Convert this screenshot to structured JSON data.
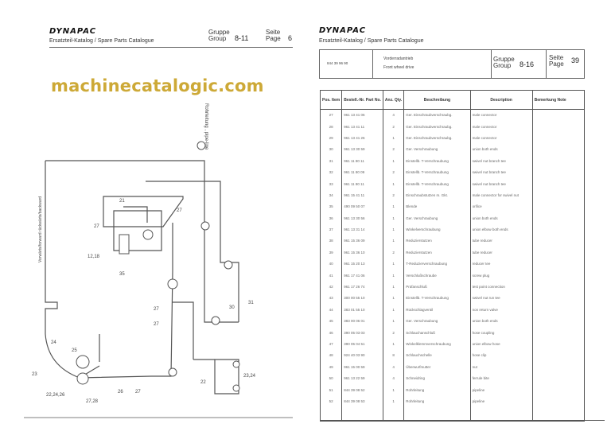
{
  "left_page": {
    "brand": "DYNAPAC",
    "catalog_title": "Ersatzteil-Katalog / Spare Parts Catalogue",
    "group_label_de": "Gruppe",
    "group_label_en": "Group",
    "group": "8-11",
    "page_label_de": "Seite",
    "page_label_en": "Page",
    "page": "6",
    "legend_note": "Rohrleitung , pipe-line",
    "side_note": "Vorwärts/forward  rückwärts/backward",
    "callouts": [
      "27",
      "12,18",
      "35",
      "27",
      "27",
      "21",
      "27",
      "30",
      "31",
      "22",
      "23",
      "24",
      "25",
      "26",
      "27",
      "22,24,26",
      "27,28",
      "23,24"
    ]
  },
  "right_page": {
    "brand": "DYNAPAC",
    "catalog_title": "Ersatzteil-Katalog / Spare Parts Catalogue",
    "part_number": "844 39 96 90",
    "title_de": "Vorderradantrieb",
    "title_en": "Front wheel drive",
    "group_label_de": "Gruppe",
    "group_label_en": "Group",
    "group": "8-16",
    "page_label_de": "Seite",
    "page_label_en": "Page",
    "page": "39",
    "columns": [
      "Pos. Item",
      "Bestell.-Nr. Part No.",
      "Anz. Qty.",
      "Beschreibung",
      "Description",
      "Bemerkung Note"
    ],
    "rows": [
      [
        "27",
        "961 13 41 06",
        "4",
        "Ger. Einschraubverschraubg.",
        "male connector",
        ""
      ],
      [
        "28",
        "961 13 41 11",
        "2",
        "Ger. Einschraubverschraubg.",
        "male connector",
        ""
      ],
      [
        "29",
        "961 13 41 26",
        "1",
        "Ger. Einschraubverschraubg.",
        "male connector",
        ""
      ],
      [
        "30",
        "961 13 30 59",
        "2",
        "Ger. Verschraubung",
        "union both ends",
        ""
      ],
      [
        "31",
        "961 11 80 11",
        "1",
        "Einstellb. T-Verschraubung",
        "swivel nut branch tee",
        ""
      ],
      [
        "32",
        "961 11 80 09",
        "2",
        "Einstellb. T-Verschraubung",
        "swivel nut branch tee",
        ""
      ],
      [
        "33",
        "961 11 80 11",
        "1",
        "Einstellb. T-Verschraubung",
        "swivel nut branch tee",
        ""
      ],
      [
        "34",
        "961 15 41 11",
        "2",
        "Einschraubstutzen m. Gkt.",
        "male connector for swivel nut",
        ""
      ],
      [
        "35",
        "490 09 50 07",
        "1",
        "Blende",
        "orifice",
        ""
      ],
      [
        "36",
        "961 13 30 56",
        "1",
        "Ger. Verschraubung",
        "union both ends",
        ""
      ],
      [
        "37",
        "961 13 31 14",
        "1",
        "Winkelverschraubung",
        "union elbow both ends",
        ""
      ],
      [
        "38",
        "961 15 36 09",
        "1",
        "Reduzierstutzen",
        "tube reducer",
        ""
      ],
      [
        "39",
        "961 15 36 10",
        "2",
        "Reduzierstutzen",
        "tube reducer",
        ""
      ],
      [
        "40",
        "961 15 20 13",
        "1",
        "T-Reduzierverschraubung",
        "reducer tee",
        ""
      ],
      [
        "41",
        "961 17 41 06",
        "1",
        "Verschlußschraube",
        "screw plug",
        ""
      ],
      [
        "42",
        "961 17 26 74",
        "1",
        "Prüfanschluß",
        "test point connection",
        ""
      ],
      [
        "43",
        "300 00 55 10",
        "1",
        "Einstellb. T-Verschraubung",
        "swivel nut run tee",
        ""
      ],
      [
        "44",
        "383 01 55 10",
        "1",
        "Rückschlagventil",
        "non return valve",
        ""
      ],
      [
        "45",
        "383 00 06 01",
        "1",
        "Ger. Verschraubung",
        "union both ends",
        ""
      ],
      [
        "46",
        "390 05 03 03",
        "2",
        "Schlauchanschluß",
        "hose coupling",
        ""
      ],
      [
        "47",
        "390 05 04 51",
        "1",
        "Winkelklemmverschraubung",
        "union elbow hose",
        ""
      ],
      [
        "48",
        "924 40 03 90",
        "8",
        "Schlauchschelle",
        "hose clip",
        ""
      ],
      [
        "49",
        "961 15 00 59",
        "4",
        "Überwurfmutter",
        "nut",
        ""
      ],
      [
        "50",
        "961 13 22 59",
        "4",
        "Schneidring",
        "ferrule bite",
        ""
      ],
      [
        "51",
        "844 39 08 52",
        "1",
        "Rohrleitung",
        "pipeline",
        ""
      ],
      [
        "52",
        "844 39 08 53",
        "1",
        "Rohrleitung",
        "pipeline",
        ""
      ]
    ]
  },
  "watermark": "machinecatalogic.com",
  "colors": {
    "watermark": "#c9a227",
    "ink": "#333333"
  }
}
